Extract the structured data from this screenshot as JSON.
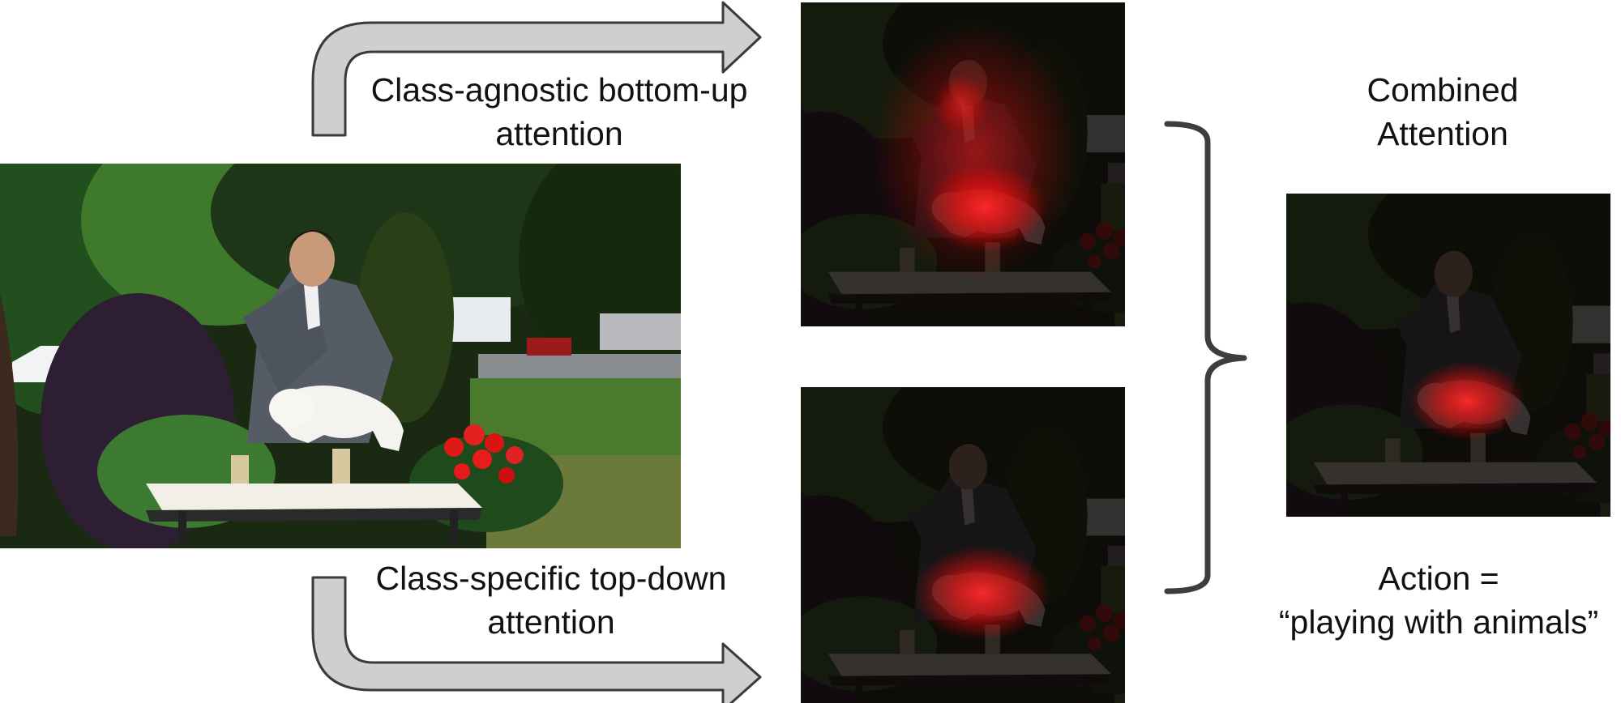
{
  "labels": {
    "bottom_up": [
      "Class-agnostic bottom-up",
      "attention"
    ],
    "top_down": [
      "Class-specific top-down",
      "attention"
    ],
    "combined": [
      "Combined",
      "Attention"
    ],
    "action": [
      "Action =",
      "“playing with animals”"
    ]
  },
  "colors": {
    "arrow_fill": "#cfcfcf",
    "arrow_stroke": "#3a3a3a",
    "brace": "#3d3d3d",
    "heat": "#ff2020",
    "dark_overlay": "#0b0606"
  },
  "icons": {
    "input_frame": "photo-scene-woman-with-dog",
    "attention_maps": "heatmap-overlay"
  }
}
